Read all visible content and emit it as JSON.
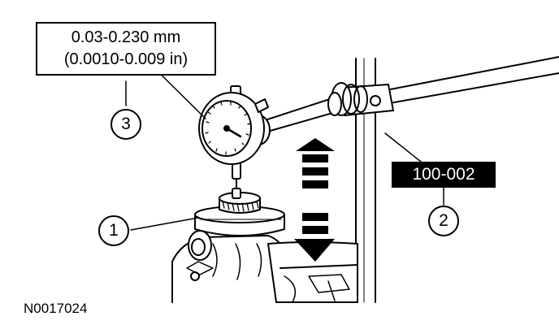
{
  "specification": {
    "metric": "0.03-0.230 mm",
    "imperial": "(0.0010-0.009 in)"
  },
  "tool_number": "100-002",
  "callouts": [
    "1",
    "2",
    "3"
  ],
  "figure_id": "N0017024",
  "colors": {
    "ink": "#000000",
    "paper": "#ffffff"
  }
}
